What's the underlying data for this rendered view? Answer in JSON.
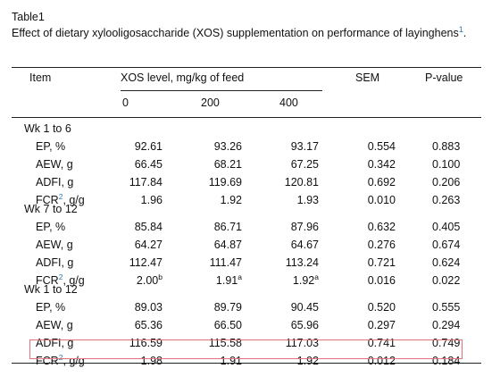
{
  "caption": {
    "label": "Table1",
    "text": "Effect of dietary xylooligosaccharide (XOS) supplementation on performance of layinghens",
    "footnote": "1",
    "end": "."
  },
  "table": {
    "headers": {
      "item": "Item",
      "xos_group": "XOS level, mg/kg of feed",
      "sem": "SEM",
      "pvalue": "P-value",
      "levels": [
        "0",
        "200",
        "400"
      ]
    },
    "sections": [
      {
        "title": "Wk 1 to 6",
        "rows": [
          {
            "item": "EP, %",
            "v0": "92.61",
            "v200": "93.26",
            "v400": "93.17",
            "sem": "0.554",
            "p": "0.883"
          },
          {
            "item": "AEW, g",
            "v0": "66.45",
            "v200": "68.21",
            "v400": "67.25",
            "sem": "0.342",
            "p": "0.100"
          },
          {
            "item": "ADFI, g",
            "v0": "117.84",
            "v200": "119.69",
            "v400": "120.81",
            "sem": "0.692",
            "p": "0.206"
          },
          {
            "item": "FCR",
            "fn": "2",
            "unit": ", g/g",
            "v0": "1.96",
            "v200": "1.92",
            "v400": "1.93",
            "sem": "0.010",
            "p": "0.263"
          }
        ]
      },
      {
        "title": "Wk 7 to 12",
        "rows": [
          {
            "item": "EP, %",
            "v0": "85.84",
            "v200": "86.71",
            "v400": "87.96",
            "sem": "0.632",
            "p": "0.405"
          },
          {
            "item": "AEW, g",
            "v0": "64.27",
            "v200": "64.87",
            "v400": "64.67",
            "sem": "0.276",
            "p": "0.674"
          },
          {
            "item": "ADFI, g",
            "v0": "112.47",
            "v200": "111.47",
            "v400": "113.24",
            "sem": "0.721",
            "p": "0.624"
          },
          {
            "item": "FCR",
            "fn": "2",
            "unit": ", g/g",
            "v0": "2.00",
            "v0_sup": "b",
            "v200": "1.91",
            "v200_sup": "a",
            "v400": "1.92",
            "v400_sup": "a",
            "sem": "0.016",
            "p": "0.022"
          }
        ]
      },
      {
        "title": "Wk 1 to 12",
        "rows": [
          {
            "item": "EP, %",
            "v0": "89.03",
            "v200": "89.79",
            "v400": "90.45",
            "sem": "0.520",
            "p": "0.555"
          },
          {
            "item": "AEW, g",
            "v0": "65.36",
            "v200": "66.50",
            "v400": "65.96",
            "sem": "0.297",
            "p": "0.294"
          },
          {
            "item": "ADFI, g",
            "v0": "116.59",
            "v200": "115.58",
            "v400": "117.03",
            "sem": "0.741",
            "p": "0.749"
          },
          {
            "item": "FCR",
            "fn": "2",
            "unit": ", g/g",
            "v0": "1.98",
            "v200": "1.91",
            "v400": "1.92",
            "sem": "0.012",
            "p": "0.184"
          }
        ]
      }
    ]
  },
  "colors": {
    "highlight_border": "#e0737a",
    "footnote_link": "#2a7ab8"
  }
}
